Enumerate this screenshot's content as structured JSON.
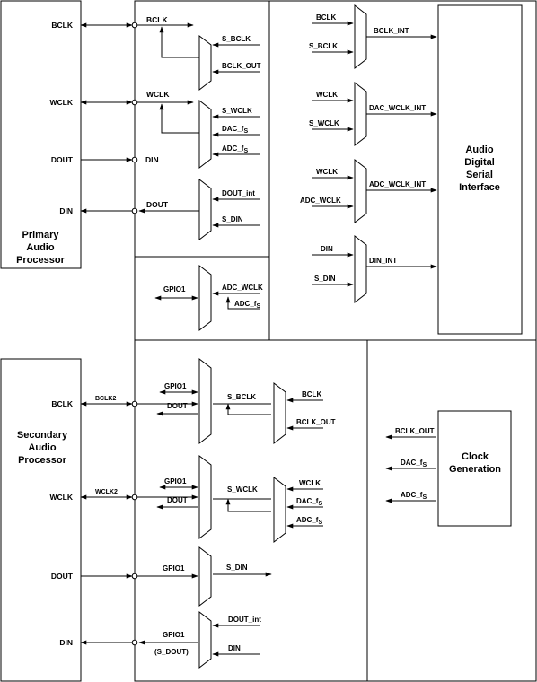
{
  "blocks": {
    "primary": [
      "Primary",
      "Audio",
      "Processor"
    ],
    "secondary": [
      "Secondary",
      "Audio",
      "Processor"
    ],
    "adsi": [
      "Audio",
      "Digital",
      "Serial",
      "Interface"
    ],
    "clockgen": [
      "Clock",
      "Generation"
    ]
  },
  "primary_pins": {
    "bclk": "BCLK",
    "wclk": "WCLK",
    "dout": "DOUT",
    "din": "DIN"
  },
  "secondary_pins": {
    "bclk": "BCLK",
    "wclk": "WCLK",
    "dout": "DOUT",
    "din": "DIN"
  },
  "signals": {
    "bclk_bus": "BCLK",
    "wclk_bus": "WCLK",
    "din_bus": "DIN",
    "dout_bus": "DOUT",
    "bclk2": "BCLK2",
    "wclk2": "WCLK2"
  },
  "mux_primary_bclk": {
    "in1": "S_BCLK",
    "in2": "BCLK_OUT"
  },
  "mux_primary_wclk": {
    "in1": "S_WCLK",
    "in2": "DAC_f",
    "in3": "ADC_f"
  },
  "mux_primary_dout": {
    "in1": "DOUT_int",
    "in2": "S_DIN"
  },
  "mux_gpio": {
    "left": "GPIO1",
    "in1": "ADC_WCLK",
    "in2": "ADC_f"
  },
  "mux_bclk_int": {
    "in1": "BCLK",
    "in2": "S_BCLK",
    "out": "BCLK_INT"
  },
  "mux_dac_wclk_int": {
    "in1": "WCLK",
    "in2": "S_WCLK",
    "out": "DAC_WCLK_INT"
  },
  "mux_adc_wclk_int": {
    "in1": "WCLK",
    "in2": "ADC_WCLK",
    "out": "ADC_WCLK_INT"
  },
  "mux_din_int": {
    "in1": "DIN",
    "in2": "S_DIN",
    "out": "DIN_INT"
  },
  "sec_bclk_mux": {
    "left1": "GPIO1",
    "left2": "DOUT",
    "mid": "S_BCLK",
    "in1": "BCLK",
    "in2": "BCLK_OUT"
  },
  "sec_wclk_mux": {
    "left1": "GPIO1",
    "left2": "DOUT",
    "mid": "S_WCLK",
    "in1": "WCLK",
    "in2": "DAC_f",
    "in3": "ADC_f"
  },
  "sec_dout_mux": {
    "left": "GPIO1",
    "out": "S_DIN"
  },
  "sec_din_mux": {
    "left1": "GPIO1",
    "left2": "(S_DOUT)",
    "in1": "DOUT_int",
    "in2": "DIN"
  },
  "clock_outputs": {
    "out1": "BCLK_OUT",
    "out2": "DAC_f",
    "out3": "ADC_f"
  },
  "subscript": "S"
}
